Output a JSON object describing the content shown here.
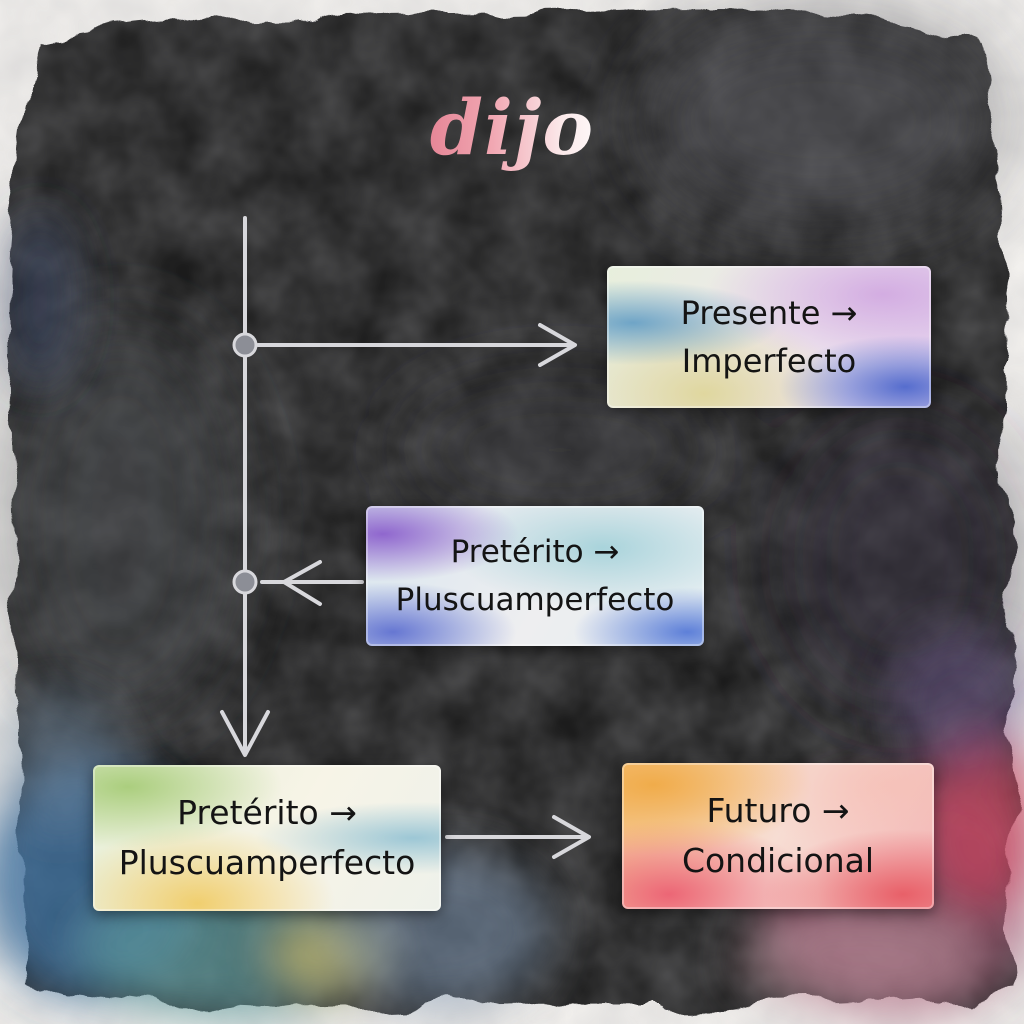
{
  "title": "dijo",
  "cards": {
    "present": {
      "line1": "Presente →",
      "line2": "Imperfecto"
    },
    "preterito_1": {
      "line1": "Pretérito →",
      "line2": "Pluscuamperfecto"
    },
    "preterito_2": {
      "line1": "Pretérito →",
      "line2": "Pluscuamperfecto"
    },
    "futuro": {
      "line1": "Futuro →",
      "line2": "Condicional"
    }
  },
  "colors": {
    "background_wash": "#1c1c1e",
    "arrow": "#d8d8dc",
    "title_accent": "#e27d8f"
  }
}
